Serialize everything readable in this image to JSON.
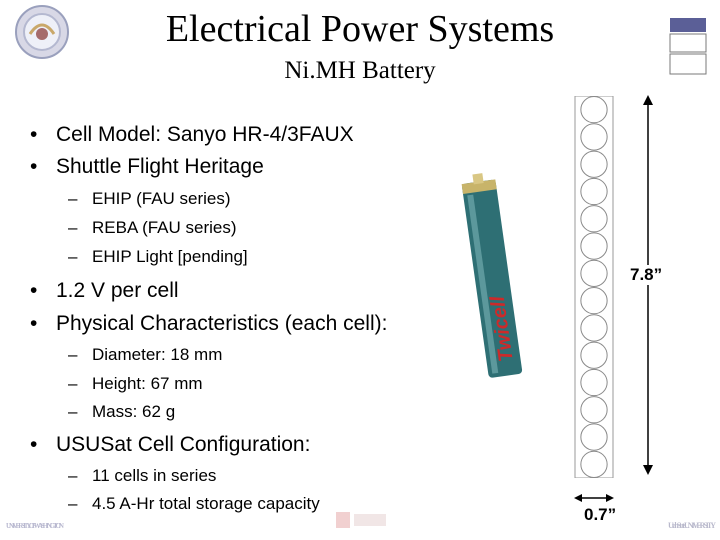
{
  "title": "Electrical Power Systems",
  "subtitle": "Ni.MH Battery",
  "bullets": [
    {
      "text": "Cell Model: Sanyo HR-4/3FAUX"
    },
    {
      "text": "Shuttle Flight Heritage"
    },
    {
      "text": "EHIP (FAU series)"
    },
    {
      "text": "REBA (FAU series)"
    },
    {
      "text": "EHIP Light [pending]"
    },
    {
      "text": "1.2 V per cell"
    },
    {
      "text": "Physical Characteristics (each cell):"
    },
    {
      "text": "Diameter: 18 mm"
    },
    {
      "text": "Height: 67 mm"
    },
    {
      "text": "Mass: 62 g"
    },
    {
      "text": "USUSat Cell Configuration:"
    },
    {
      "text": "11 cells in series"
    },
    {
      "text": "4.5 A-Hr total storage capacity"
    }
  ],
  "bullet_symbol": "•",
  "dash_symbol": "–",
  "diagram": {
    "height_label": "7.8”",
    "width_label": "0.7”",
    "cell_count": 14
  },
  "battery_label": "Twicell",
  "footer": {
    "left_logo": "UNIVERSITY OF WASHINGTON",
    "right_logo": "UtahState UNIVERSITY"
  },
  "colors": {
    "battery_teal": "#2e6f74",
    "battery_red": "#cc2a2a",
    "nav_box": "#5b5f97"
  },
  "icons": {
    "left_logo": "seal-icon",
    "nav": "nav-boxes-icon",
    "mid_logo": "university-logo-icon",
    "footer_left": "uw-logo-icon",
    "footer_right": "usu-logo-icon"
  }
}
